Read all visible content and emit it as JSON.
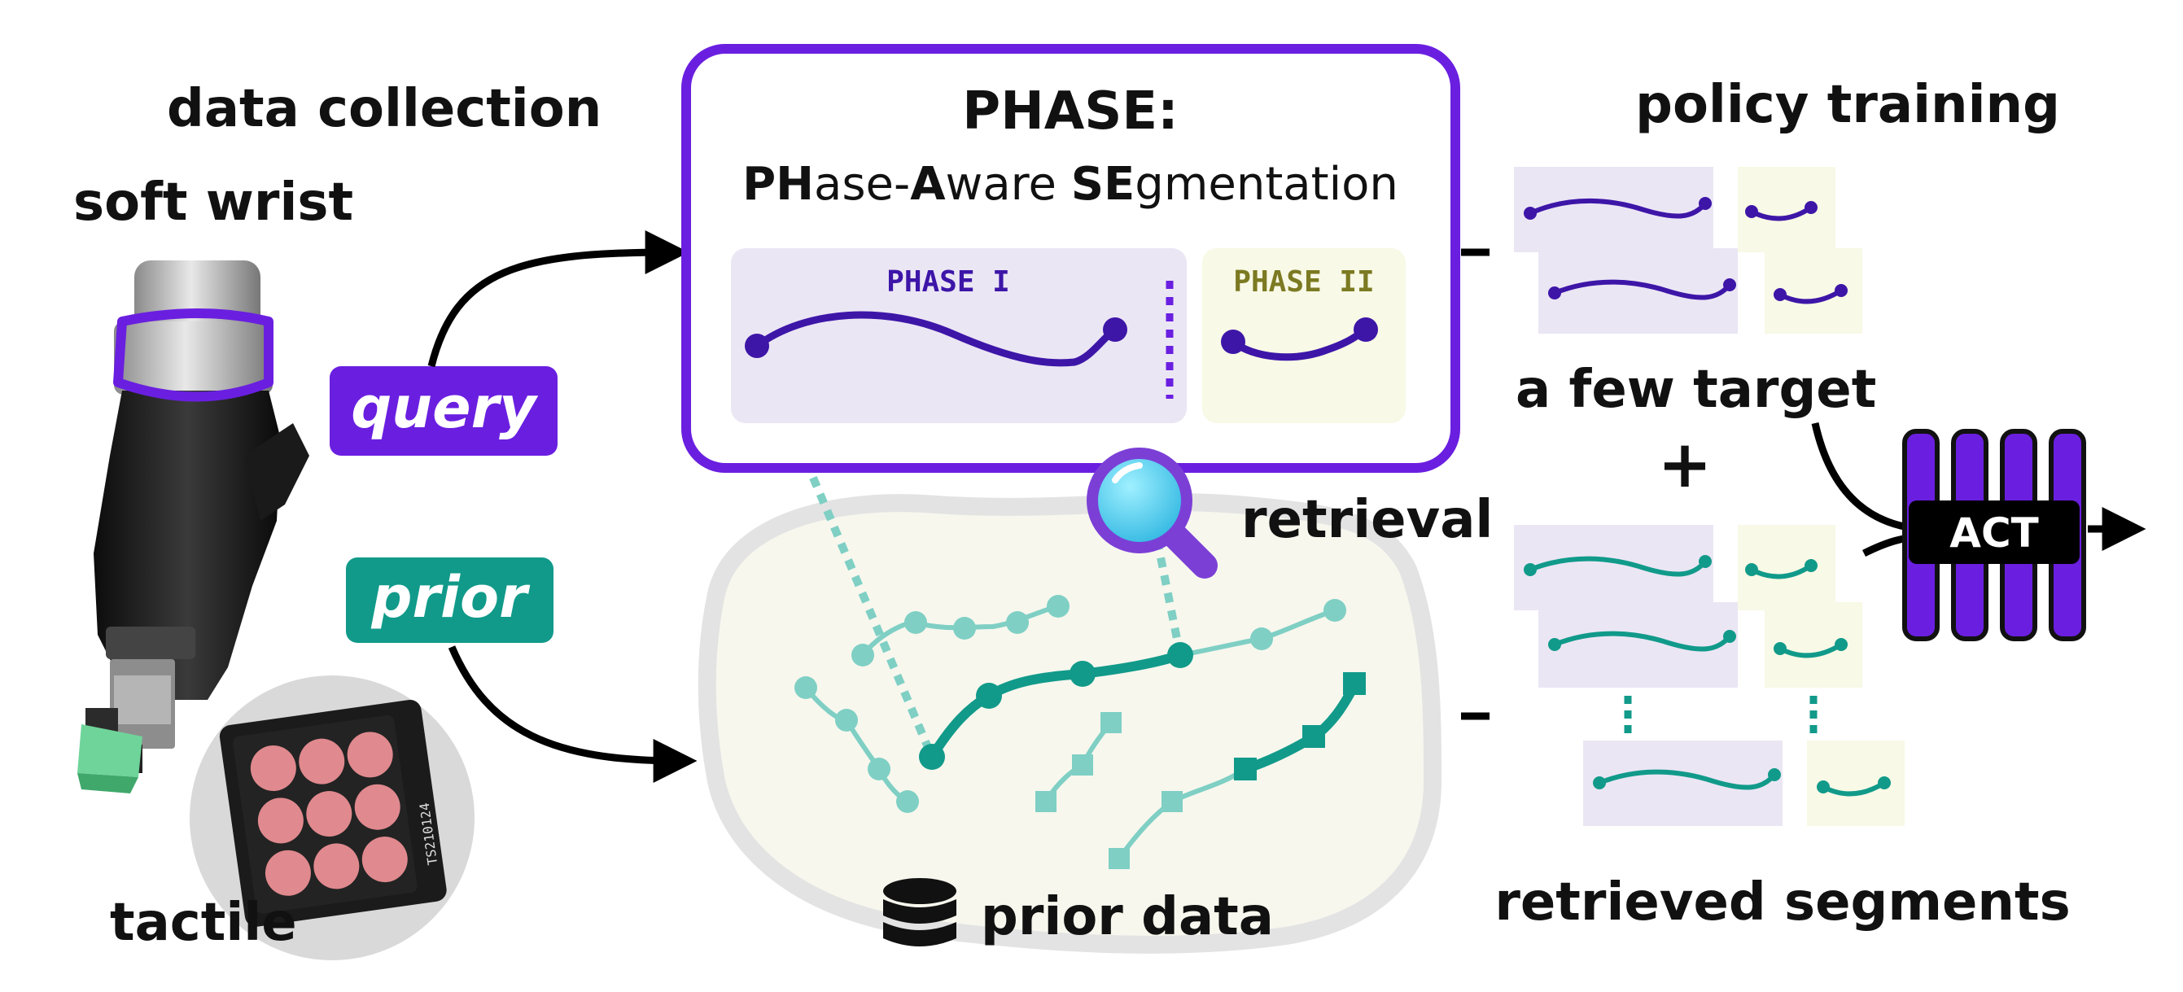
{
  "labels": {
    "data_collection": "data collection",
    "soft_wrist": "soft wrist",
    "tactile": "tactile",
    "query": "query",
    "prior": "prior",
    "phase_title": "PHASE:",
    "phase_subtitle_parts": [
      "PH",
      "ase-",
      "A",
      "ware ",
      "SE",
      "gmentation"
    ],
    "phase_i": "PHASE I",
    "phase_ii": "PHASE II",
    "retrieval": "retrieval",
    "prior_data": "prior data",
    "policy_training": "policy training",
    "few_target": "a few target",
    "plus": "+",
    "act": "ACT",
    "retrieved_segments": "retrieved segments",
    "sensor_code": "TS210124"
  },
  "colors": {
    "purple": "#6a1fe0",
    "dark_purple": "#3d16a8",
    "teal": "#119a8a",
    "light_teal": "#7fcfc4",
    "lavender": "#ebe6f4",
    "cream": "#f8f9e6",
    "olive": "#7c7a22",
    "pink": "#e0898e"
  },
  "icons": [
    "magnifier-icon",
    "database-icon",
    "robot-wrist-image",
    "tactile-sensor-image"
  ]
}
